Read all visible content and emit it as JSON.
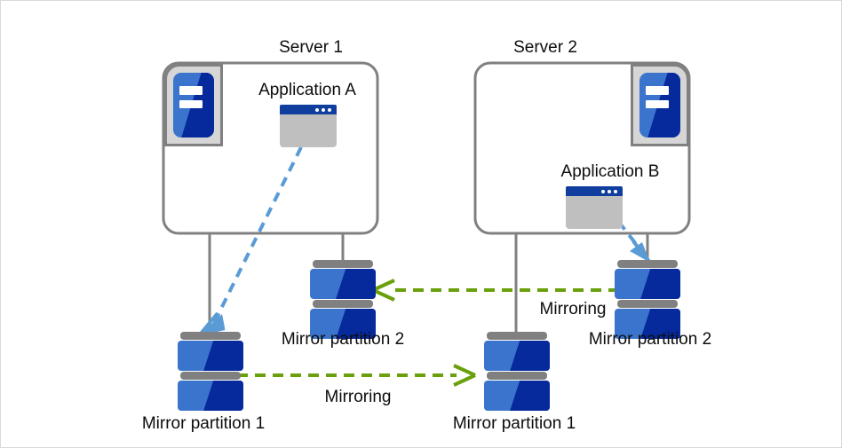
{
  "diagram": {
    "title": "Mirror partition configuration between two servers",
    "colors": {
      "server_box_border": "#808080",
      "connector_line": "#808080",
      "app_arrow": "#5b9bd5",
      "mirroring_arrow": "#6aa00c",
      "disk_blue_light": "#3b74cc",
      "disk_blue_dark": "#06299c",
      "icon_frame": "#d6d6d6",
      "app_pane": "#bfbfbf",
      "app_titlebar": "#0f3e9e",
      "text": "#0d0d0d",
      "page_border": "#d9d9d9"
    }
  },
  "servers": [
    {
      "id": "server-1",
      "title": "Server 1",
      "icon_name": "server-icon",
      "application": {
        "label": "Application  A",
        "icon_name": "application-window-icon"
      }
    },
    {
      "id": "server-2",
      "title": "Server 2",
      "icon_name": "server-icon",
      "application": {
        "label": "Application  B",
        "icon_name": "application-window-icon"
      }
    }
  ],
  "disks": [
    {
      "id": "s1-mirror-partition-1",
      "label": "Mirror partition 1",
      "icon_name": "disk-stack-icon"
    },
    {
      "id": "s1-mirror-partition-2",
      "label": "Mirror partition 2",
      "icon_name": "disk-stack-icon"
    },
    {
      "id": "s2-mirror-partition-1",
      "label": "Mirror partition 1",
      "icon_name": "disk-stack-icon"
    },
    {
      "id": "s2-mirror-partition-2",
      "label": "Mirror partition 2",
      "icon_name": "disk-stack-icon"
    }
  ],
  "mirroring_links": [
    {
      "id": "mirroring-upper",
      "label": "Mirroring",
      "direction": "right-to-left",
      "from": "s2-mirror-partition-2",
      "to": "s1-mirror-partition-2"
    },
    {
      "id": "mirroring-lower",
      "label": "Mirroring",
      "direction": "left-to-right",
      "from": "s1-mirror-partition-1",
      "to": "s2-mirror-partition-1"
    }
  ],
  "access_links": [
    {
      "id": "app-a-access",
      "from": "Application  A",
      "to": "s1-mirror-partition-1",
      "style": "dashed-blue-arrow"
    },
    {
      "id": "app-b-access",
      "from": "Application  B",
      "to": "s2-mirror-partition-2",
      "style": "dashed-blue-arrow"
    }
  ]
}
